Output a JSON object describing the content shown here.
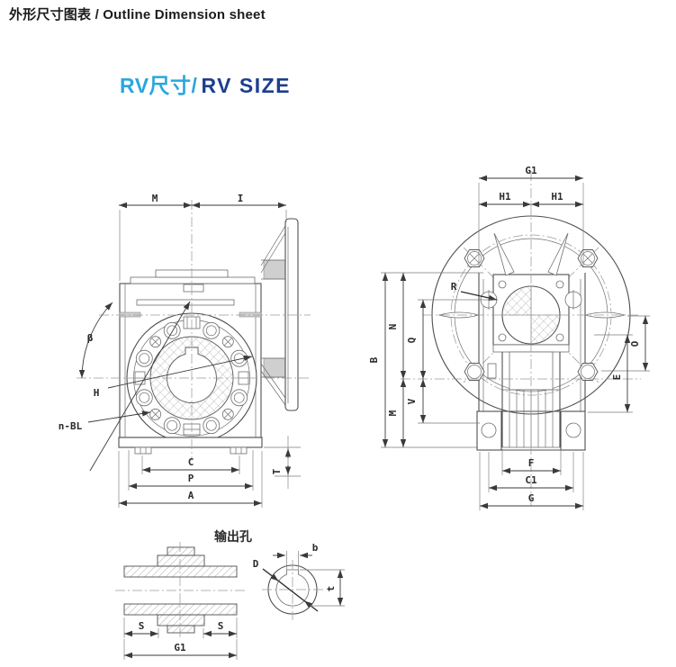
{
  "page": {
    "title": "外形尺寸图表 / Outline Dimension sheet"
  },
  "heading": {
    "zh": "RV尺寸/",
    "en": "RV SIZE",
    "zh_color": "#29a7dd",
    "en_color": "#1b3e8f"
  },
  "front_view": {
    "dims": {
      "m": "M",
      "i": "I",
      "beta": "β",
      "h": "H",
      "n_bl": "n-BL",
      "c": "C",
      "p": "P",
      "a": "A",
      "t": "T"
    }
  },
  "side_view": {
    "dims": {
      "g1": "G1",
      "h1_left": "H1",
      "h1_right": "H1",
      "r": "R",
      "b": "B",
      "n": "N",
      "q": "Q",
      "m": "M",
      "v": "V",
      "o": "O",
      "e": "E",
      "f": "F",
      "c1": "C1",
      "g": "G"
    }
  },
  "output_hole": {
    "title": "输出孔",
    "dims": {
      "s_left": "S",
      "s_right": "S",
      "g1": "G1",
      "b": "b",
      "d": "D",
      "t": "t"
    }
  }
}
